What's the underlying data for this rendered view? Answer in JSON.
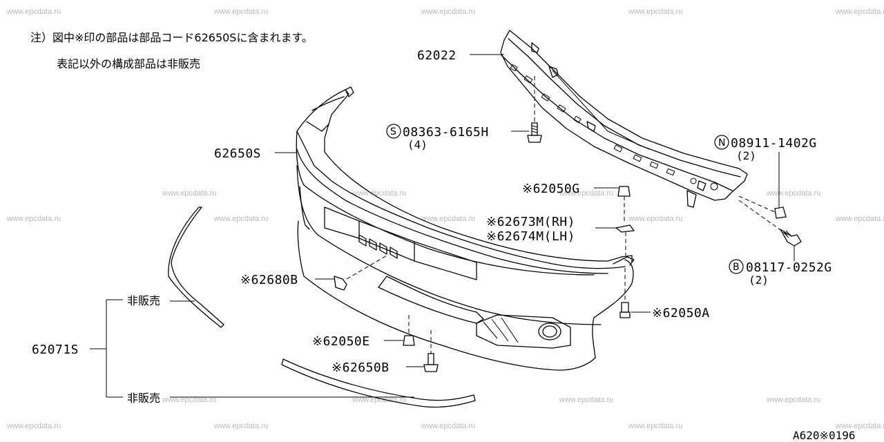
{
  "watermark": "www.epcdata.ru",
  "notes": {
    "line1": "注）図中※印の部品は部品コード62650Sに含まれます。",
    "line2": "表記以外の構成部品は非販売"
  },
  "parts": {
    "p62022": "62022",
    "p62650S": "62650S",
    "p08363": "08363-6165H",
    "p08363_qty": "(4)",
    "p08363_prefix": "S",
    "p08911": "08911-1402G",
    "p08911_qty": "(2)",
    "p08911_prefix": "N",
    "p62050G": "※62050G",
    "p62673M": "※62673M(RH)",
    "p62674M": "※62674M(LH)",
    "p62680B": "※62680B",
    "p08117": "08117-0252G",
    "p08117_qty": "(2)",
    "p08117_prefix": "B",
    "p62050A": "※62050A",
    "p62050E": "※62050E",
    "p62650B": "※62650B",
    "p62071S": "62071S",
    "not_sold_upper": "非販売",
    "not_sold_lower": "非販売"
  },
  "diagram_code": "A620※0196"
}
